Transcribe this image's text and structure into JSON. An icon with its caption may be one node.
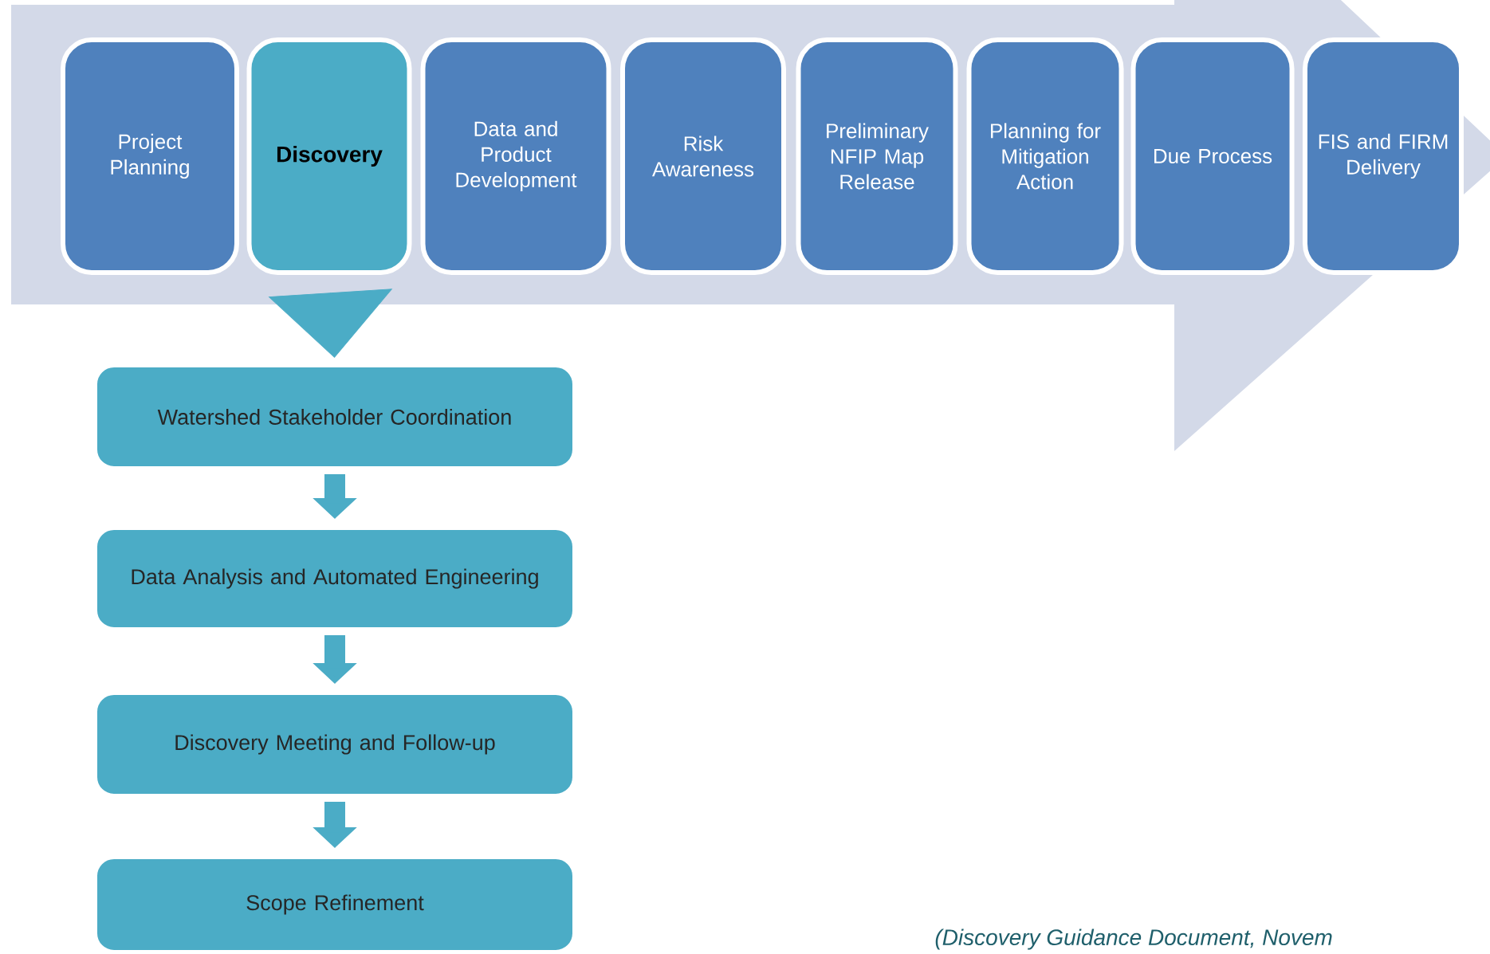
{
  "diagram": {
    "caption": "(Discovery Guidance Document, Novem",
    "nodes": [
      {
        "text": [
          "Project Planning"
        ]
      },
      {
        "text": [
          "Discovery"
        ]
      },
      {
        "text": [
          "Data and Product Development"
        ]
      },
      {
        "text": [
          "Risk Awareness"
        ]
      },
      {
        "text": [
          "Preliminary NFIP Map Release"
        ]
      },
      {
        "text": [
          "Planning for Mitigation Action"
        ]
      },
      {
        "text": [
          "Due Process"
        ]
      },
      {
        "text": [
          "FIS and FIRM Delivery"
        ]
      },
      {
        "text": [
          "Watershed Stakeholder Coordination"
        ]
      },
      {
        "text": [
          "Data Analysis and Automated Engineering"
        ]
      },
      {
        "text": [
          "Discovery Meeting and Follow-up"
        ]
      },
      {
        "text": [
          "Scope Refinement"
        ]
      }
    ],
    "edges": [
      {
        "from": 1,
        "to": 8,
        "arrow": "to"
      },
      {
        "from": 8,
        "to": 9,
        "arrow": "to"
      },
      {
        "from": 9,
        "to": 10,
        "arrow": "to"
      },
      {
        "from": 10,
        "to": 11,
        "arrow": "to"
      }
    ]
  }
}
